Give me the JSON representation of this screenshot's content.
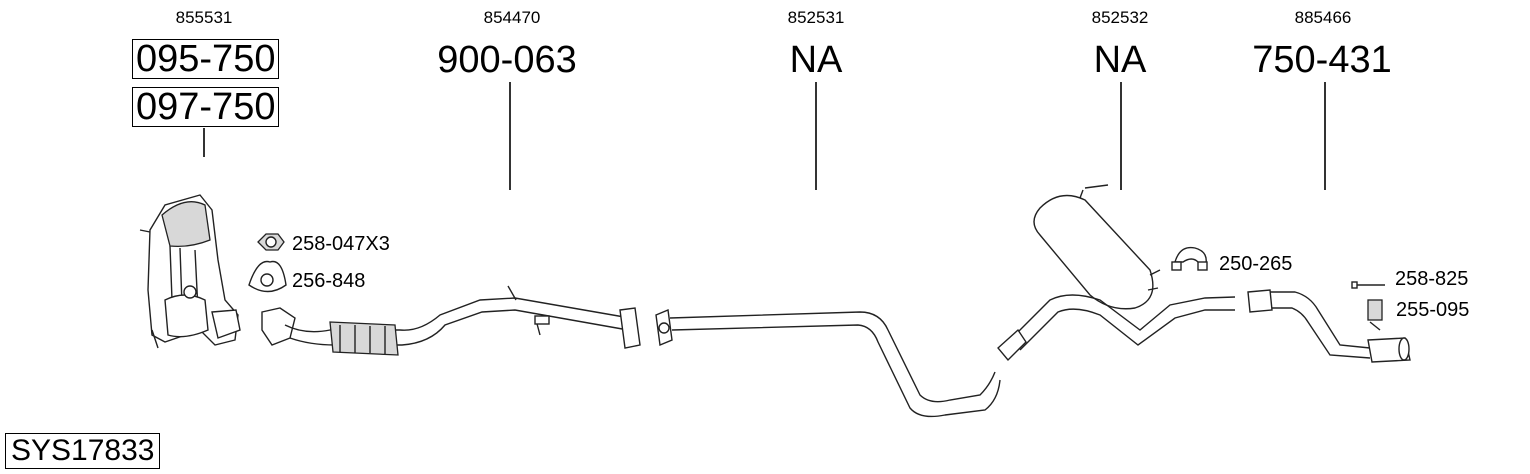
{
  "parts": [
    {
      "ref": "855531",
      "codes": [
        "095-750",
        "097-750"
      ]
    },
    {
      "ref": "854470",
      "code": "900-063"
    },
    {
      "ref": "852531",
      "code": "NA"
    },
    {
      "ref": "852532",
      "code": "NA"
    },
    {
      "ref": "885466",
      "code": "750-431"
    }
  ],
  "accessories": [
    {
      "code": "258-047X3",
      "icon": "nut-icon"
    },
    {
      "code": "256-848",
      "icon": "gasket-icon"
    },
    {
      "code": "250-265",
      "icon": "clamp-icon"
    },
    {
      "code": "258-825",
      "icon": "bolt-icon"
    },
    {
      "code": "255-095",
      "icon": "rubber-mount-icon"
    }
  ],
  "system_id": "SYS17833"
}
